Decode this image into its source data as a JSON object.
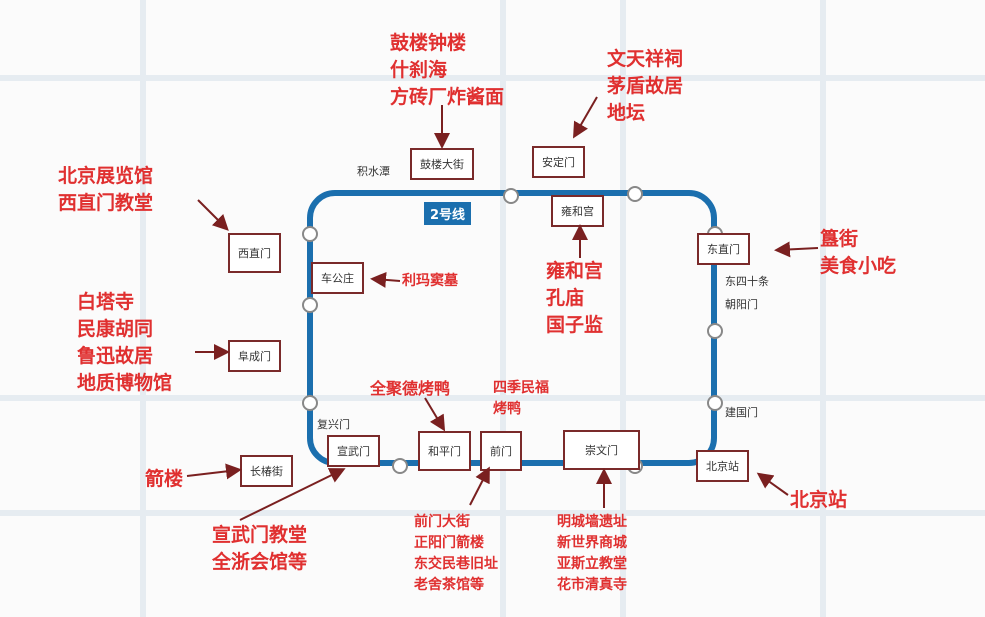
{
  "line_label": "2号线",
  "stations": {
    "jishuitan": "积水潭",
    "gulou": "鼓楼大街",
    "andingmen": "安定门",
    "yonghegong": "雍和宫",
    "dongzhimen": "东直门",
    "dongsishitiao": "东四十条",
    "chaoyangmen": "朝阳门",
    "jianguomen": "建国门",
    "beijingzhan": "北京站",
    "chongwenmen": "崇文门",
    "qianmen": "前门",
    "hepingmen": "和平门",
    "xuanwumen": "宣武门",
    "changchunjie": "长椿街",
    "fuxingmen": "复兴门",
    "fuchengmen": "阜成门",
    "chegongzhuang": "车公庄",
    "xizhimen": "西直门"
  },
  "annotations": {
    "gulou": [
      "鼓楼钟楼",
      "什刹海",
      "方砖厂炸酱面"
    ],
    "andingmen": [
      "文天祥祠",
      "茅盾故居",
      "地坛"
    ],
    "xizhimen": [
      "北京展览馆",
      "西直门教堂"
    ],
    "chegongzhuang": "利玛窦墓",
    "yonghegong": [
      "雍和宫",
      "孔庙",
      "国子监"
    ],
    "dongzhimen": [
      "簋街",
      "美食小吃"
    ],
    "fuchengmen": [
      "白塔寺",
      "民康胡同",
      "鲁迅故居",
      "地质博物馆"
    ],
    "hepingmen": "全聚德烤鸭",
    "qianmen_top": [
      "四季民福",
      "烤鸭"
    ],
    "changchunjie": "箭楼",
    "xuanwumen": [
      "宣武门教堂",
      "全浙会馆等"
    ],
    "qianmen": [
      "前门大街",
      "正阳门箭楼",
      "东交民巷旧址",
      "老舍茶馆等"
    ],
    "chongwenmen": [
      "明城墙遗址",
      "新世界商城",
      "亚斯立教堂",
      "花市清真寺"
    ],
    "beijingzhan": "北京站"
  }
}
